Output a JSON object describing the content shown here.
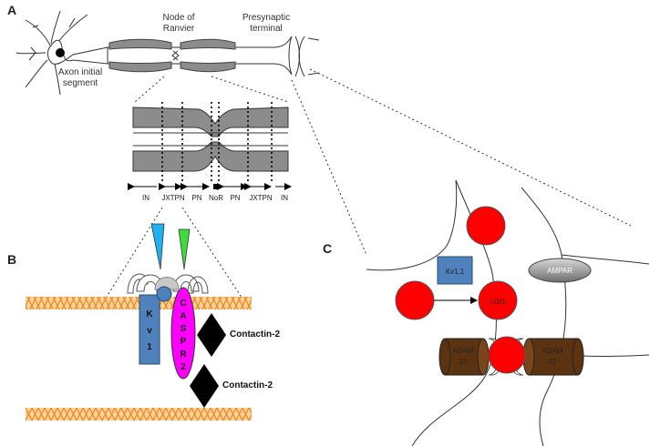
{
  "panels": {
    "a": {
      "letter": "A",
      "labels": {
        "node_of_ranvier_1": "Node of",
        "node_of_ranvier_2": "Ranvier",
        "presynaptic_1": "Presynaptic",
        "presynaptic_2": "terminal",
        "axon_initial_1": "Axon initial",
        "axon_initial_2": "segment"
      },
      "regions": [
        "IN",
        "JXTPN",
        "PN",
        "NoR",
        "PN",
        "JXTPN",
        "IN"
      ]
    },
    "b": {
      "letter": "B",
      "kv1_letters": [
        "K",
        "v",
        "1"
      ],
      "caspr2_letters": [
        "C",
        "A",
        "S",
        "P",
        "R",
        "2"
      ],
      "contactin_top": "Contactin-2",
      "contactin_bottom": "Contactin-2"
    },
    "c": {
      "letter": "C",
      "kv11": "Kv1.1",
      "lgi1": "LGI1",
      "ampar": "AMPAR",
      "adam23_name": "ADAM",
      "adam23_num": "23",
      "adam22_name": "ADAM",
      "adam22_num": "22"
    }
  },
  "colors": {
    "myelin": "#8c8c8c",
    "membrane": "#f2a44a",
    "kv1": "#4f81bd",
    "caspr2": "#ff00ff",
    "cyan_wedge": "#1fb2f0",
    "green_wedge": "#3cdc3c",
    "lgi1": "#ff0000",
    "adam": "#5c3310",
    "ampar": "#8a8a8a",
    "diamond": "#000000"
  }
}
